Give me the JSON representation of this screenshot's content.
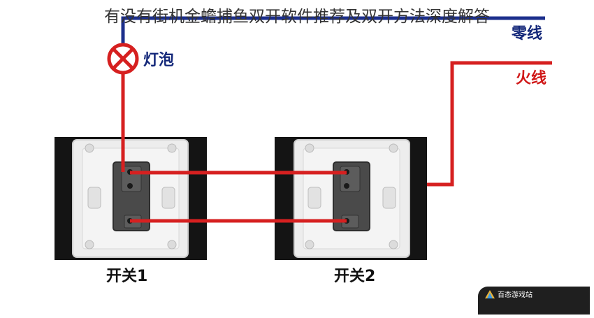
{
  "title": "有没有街机金蟾捕鱼双开软件推荐及双开方法深度解答",
  "labels": {
    "neutral": "零线",
    "live": "火线",
    "bulb": "灯泡",
    "switch1": "开关1",
    "switch2": "开关2"
  },
  "watermark": {
    "text": "百态游戏站"
  },
  "colors": {
    "neutral_wire": "#1c2f8c",
    "live_wire": "#d62020",
    "label_blue": "#14287a",
    "label_red": "#d01818",
    "plate_bg": "#141414",
    "plate": "#ededed",
    "switch_body": "#4a4a4a"
  }
}
